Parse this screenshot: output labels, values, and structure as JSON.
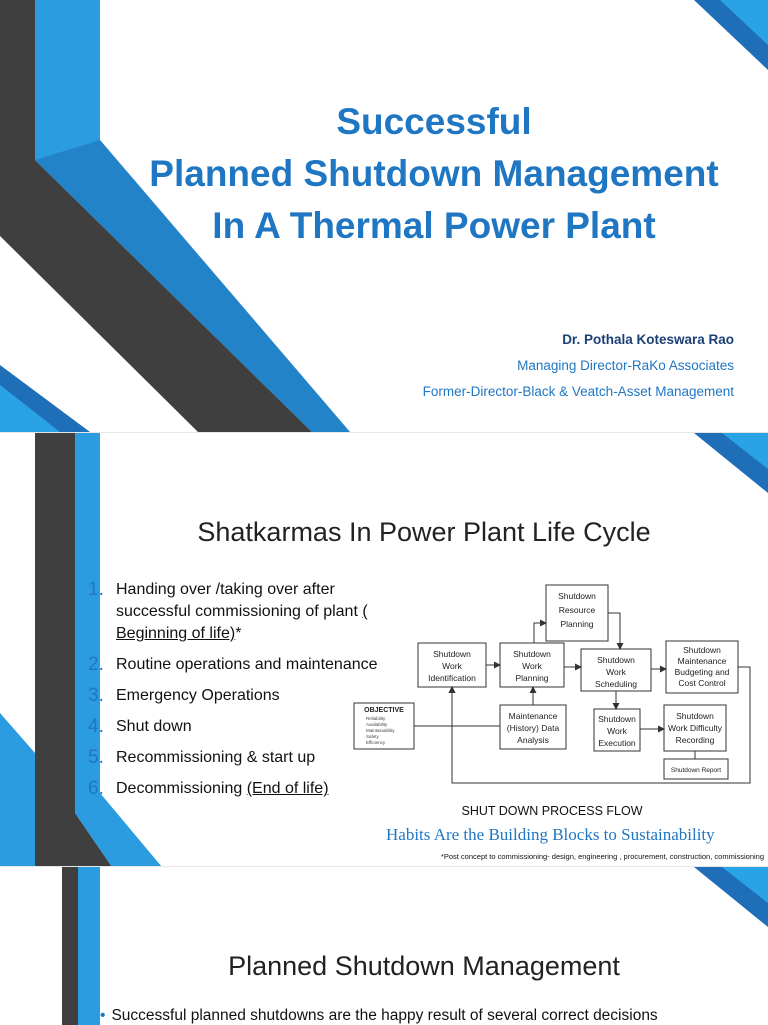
{
  "slide1": {
    "title_lines": [
      "Successful",
      "Planned Shutdown Management",
      "In A Thermal Power Plant"
    ],
    "author_name": "Dr. Pothala Koteswara Rao",
    "author_role1": "Managing Director-RaKo Associates",
    "author_role2": "Former-Director-Black & Veatch-Asset Management"
  },
  "slide2": {
    "title": "Shatkarmas In Power Plant Life Cycle",
    "items": [
      {
        "num": "1.",
        "text": "Handing over /taking over after successful commissioning of plant ",
        "underline": "( Beginning of life)",
        "tail": "*"
      },
      {
        "num": "2.",
        "text": "Routine operations and maintenance"
      },
      {
        "num": "3.",
        "text": "Emergency Operations"
      },
      {
        "num": "4.",
        "text": "Shut down"
      },
      {
        "num": "5.",
        "text": "Recommissioning & start up"
      },
      {
        "num": "6.",
        "text": "Decommissioning ",
        "underline": "(End of life)"
      }
    ],
    "diagram": {
      "resource_planning": [
        "Shutdown",
        "Resource",
        "Planning"
      ],
      "work_identification": [
        "Shutdown",
        "Work",
        "Identification"
      ],
      "work_planning": [
        "Shutdown",
        "Work",
        "Planning"
      ],
      "work_scheduling": [
        "Shutdown",
        "Work",
        "Scheduling"
      ],
      "budgeting": [
        "Shutdown",
        "Maintenance",
        "Budgeting and",
        "Cost Control"
      ],
      "objective_title": "OBJECTIVE",
      "objective_items": [
        "Reliability",
        "Availability",
        "Maintainability",
        "Safety",
        "Efficiency"
      ],
      "history_analysis": [
        "Maintenance",
        "(History) Data",
        "Analysis"
      ],
      "work_execution": [
        "Shutdown",
        "Work",
        "Execution"
      ],
      "difficulty_recording": [
        "Shutdown",
        "Work Difficulty",
        "Recording"
      ],
      "report": "Shutdown Report"
    },
    "caption": "SHUT DOWN PROCESS FLOW",
    "habits": "Habits Are the Building Blocks to Sustainability",
    "footnote": "*Post concept to commissioning- design, engineering , procurement, construction, commissioning"
  },
  "slide3": {
    "title": "Planned Shutdown Management",
    "bullet": "Successful planned shutdowns are the happy result of several correct decisions"
  },
  "colors": {
    "accent": "#1f76c2",
    "dark_band": "#4a4a4a",
    "light_blue": "#29a3e6"
  }
}
